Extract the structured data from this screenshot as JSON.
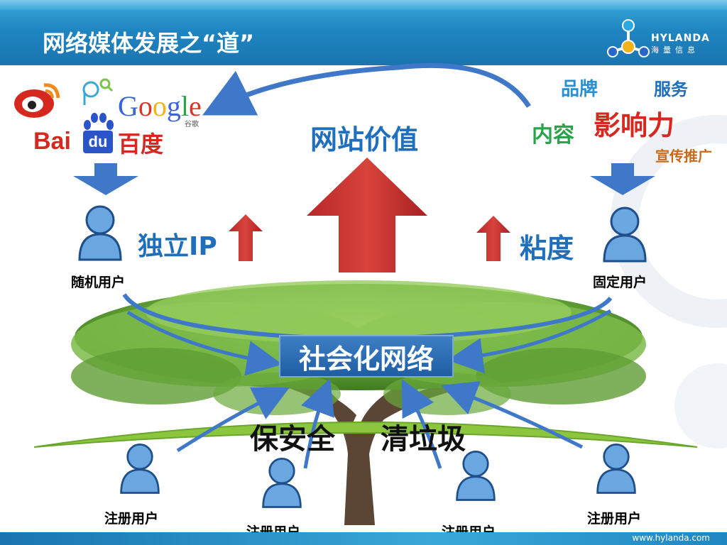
{
  "slide": {
    "title": "网络媒体发展之“道”",
    "logo": {
      "name": "HYLANDA",
      "sub": "海量信息"
    },
    "footer_url": "www.hylanda.com"
  },
  "brands": {
    "google": [
      "G",
      "o",
      "o",
      "g",
      "l",
      "e"
    ],
    "google_colors": [
      "#3b64d8",
      "#d8362a",
      "#f2b21a",
      "#3b64d8",
      "#2aa34a",
      "#d8362a"
    ],
    "google_sub": "谷歌",
    "baidu_latin": "Bai",
    "baidu_du": "du",
    "baidu_cn": "百度"
  },
  "labels": {
    "website_value": "网站价值",
    "independent_ip": "独立IP",
    "stickiness": "粘度",
    "brand": "品牌",
    "service": "服务",
    "content": "内容",
    "influence": "影响力",
    "promotion": "宣传推广",
    "random_user": "随机用户",
    "fixed_user": "固定用户",
    "social_network": "社会化网络",
    "security": "保安全",
    "clean_spam": "清垃圾",
    "registered_user": "注册用户"
  },
  "colors": {
    "header": "#1f86c2",
    "blue_text": "#1f6fbd",
    "red_arrow": "#c8302c",
    "blue_arrow": "#3f78c8",
    "influence": "#d6281e",
    "content": "#2aa34a",
    "promotion": "#c9691a",
    "user_icon": "#6aa6df"
  }
}
